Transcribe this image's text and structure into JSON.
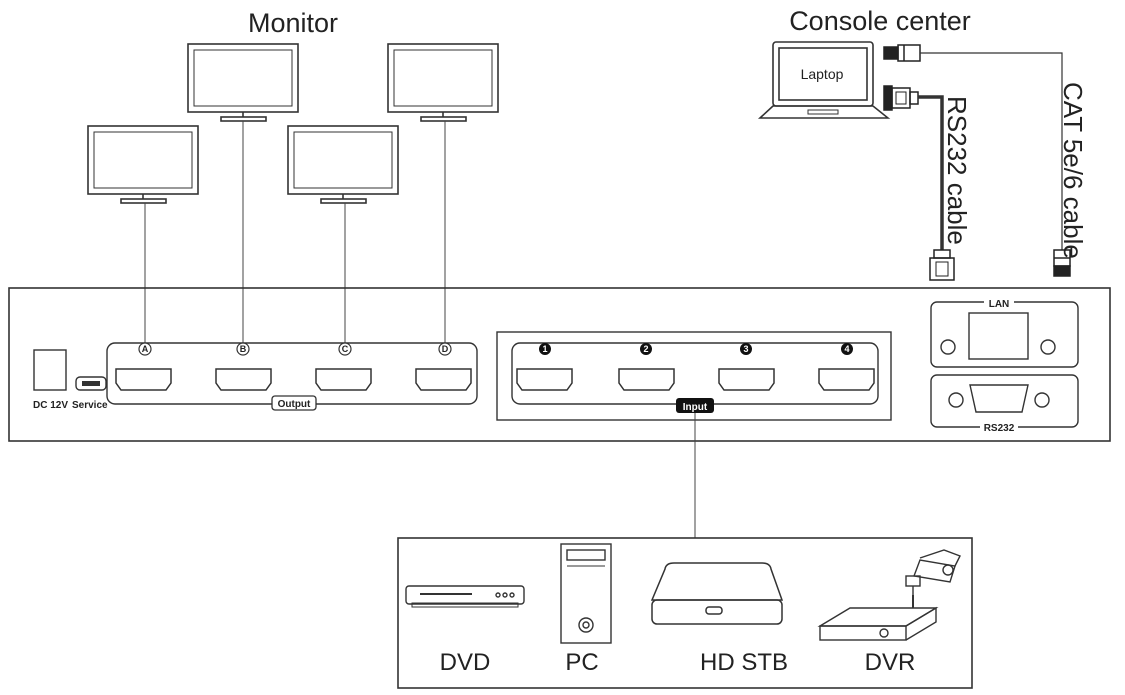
{
  "titles": {
    "monitor": "Monitor",
    "console": "Console center"
  },
  "laptop": {
    "label": "Laptop"
  },
  "cables": {
    "rs232": "RS232 cable",
    "cat": "CAT 5e/6 cable"
  },
  "device": {
    "dc_label": "DC 12V",
    "service_label": "Service",
    "output_label": "Output",
    "input_label": "Input",
    "lan_label": "LAN",
    "rs232_label": "RS232",
    "outputs": [
      "A",
      "B",
      "C",
      "D"
    ],
    "inputs": [
      "1",
      "2",
      "3",
      "4"
    ]
  },
  "sources": [
    "DVD",
    "PC",
    "HD STB",
    "DVR"
  ]
}
